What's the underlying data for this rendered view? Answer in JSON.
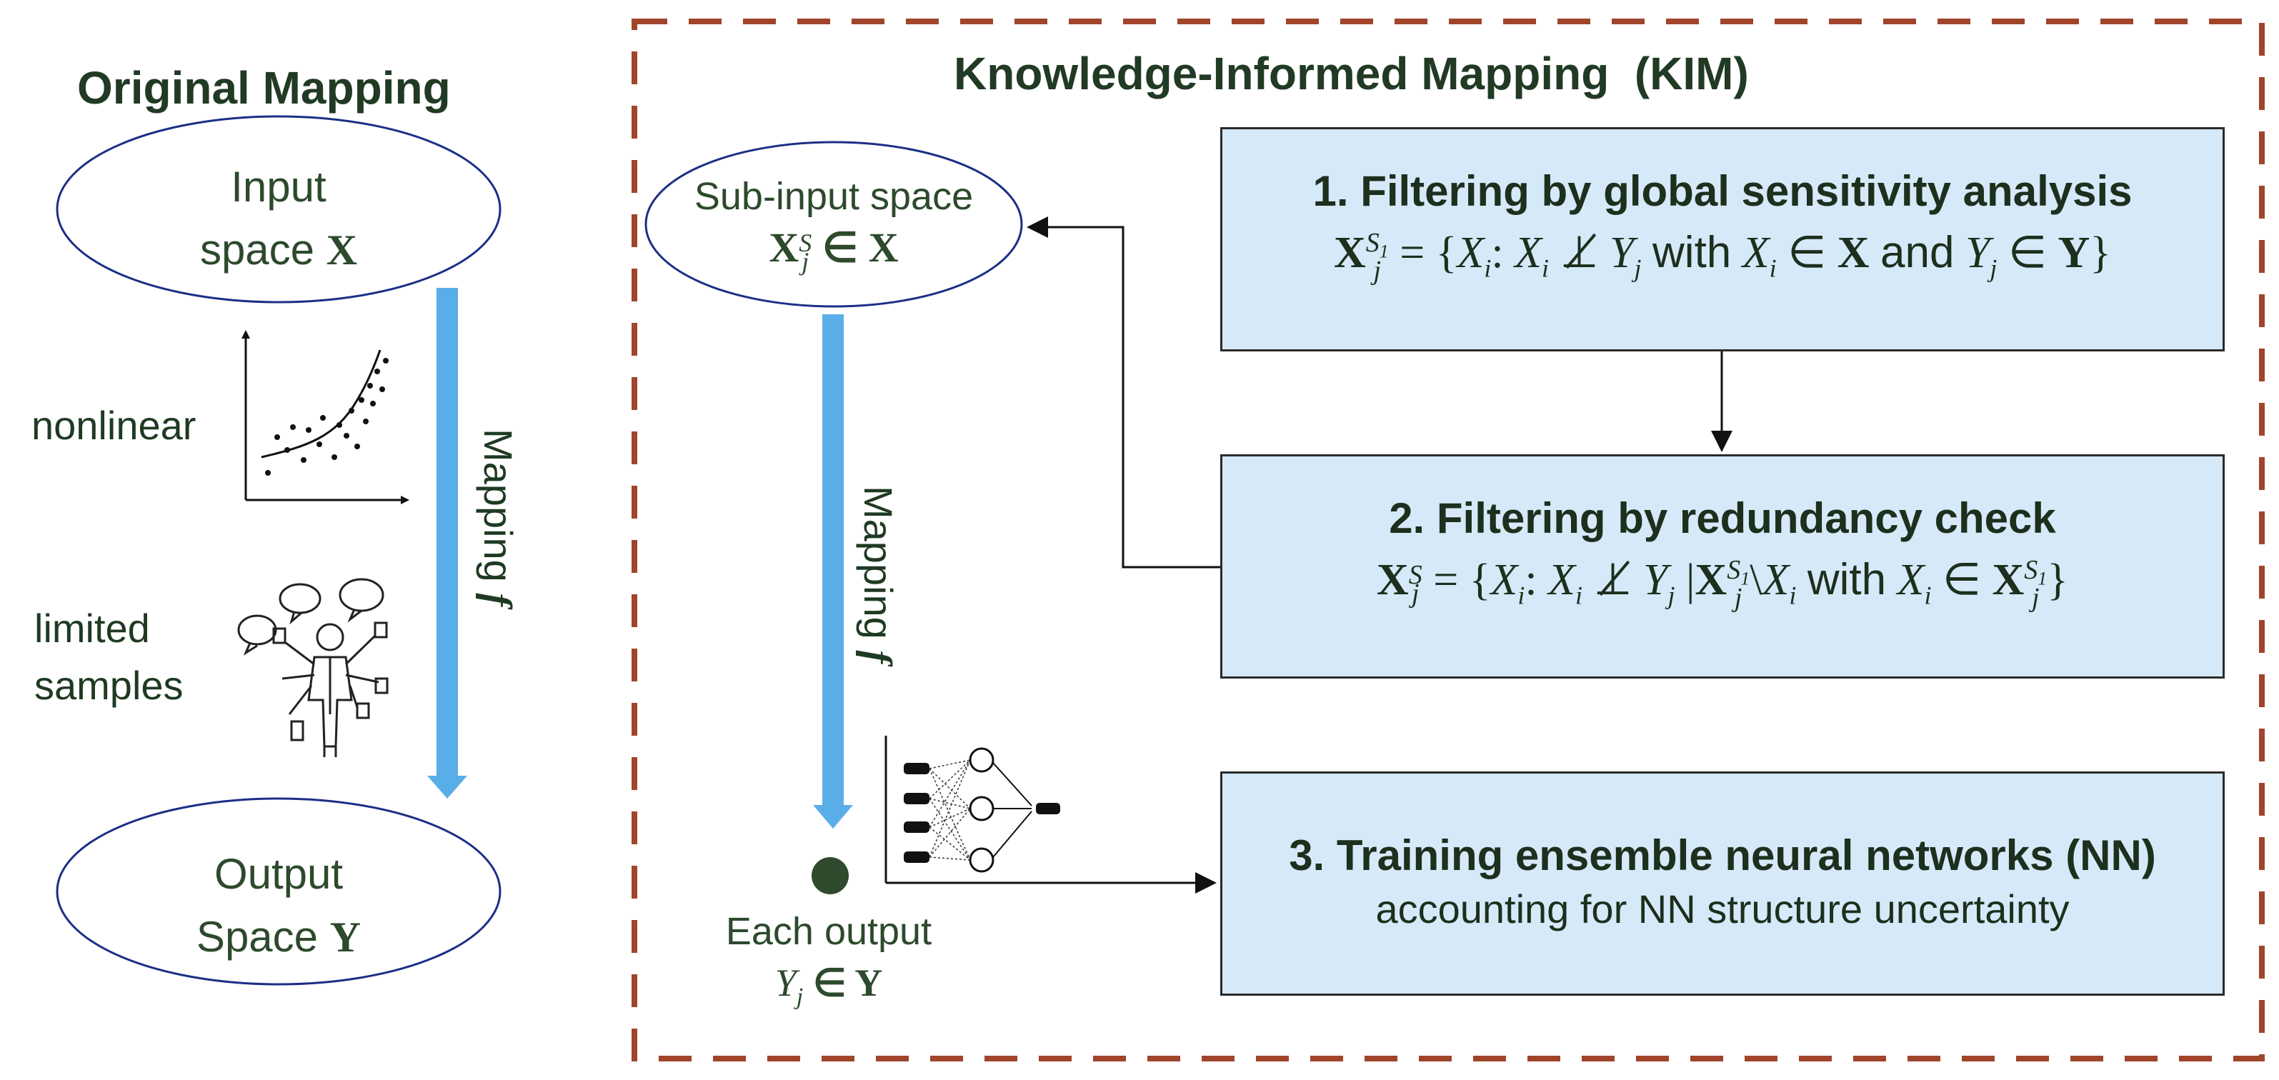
{
  "left_panel": {
    "title": "Original Mapping",
    "input_line1": "Input",
    "input_line2": "space",
    "input_symbol": "X",
    "output_line1": "Output",
    "output_line2": "Space",
    "output_symbol": "Y",
    "nonlinear_label": "nonlinear",
    "limited_label_line1": "limited",
    "limited_label_line2": "samples",
    "mapping_text": "Mapping",
    "mapping_symbol": "f"
  },
  "right_panel": {
    "title": "Knowledge-Informed Mapping  (KIM)",
    "subinput_line1": "Sub-input space",
    "subinput_symbol": "X",
    "subinput_sub": "j",
    "subinput_sup": "S",
    "subinput_rel": "∈ X",
    "mapping_text": "Mapping",
    "mapping_symbol": "f",
    "each_output_line1": "Each output",
    "each_output_sym": "Y",
    "each_output_sub": "j",
    "each_output_rel": "∈ Y",
    "box1_title": "1. Filtering by global sensitivity analysis",
    "box2_title": "2. Filtering by redundancy check",
    "box3_title": "3. Training ensemble neural networks (NN)",
    "box3_sub": "accounting for NN structure uncertainty",
    "eq_with": "with",
    "eq_and": "and"
  },
  "colors": {
    "dashed_border": "#a0452b",
    "arrow_blue": "#5aaee8",
    "box_fill": "#d6e9f8",
    "ellipse_stroke": "#1c2f86",
    "dark_green": "#2f4a2d"
  }
}
